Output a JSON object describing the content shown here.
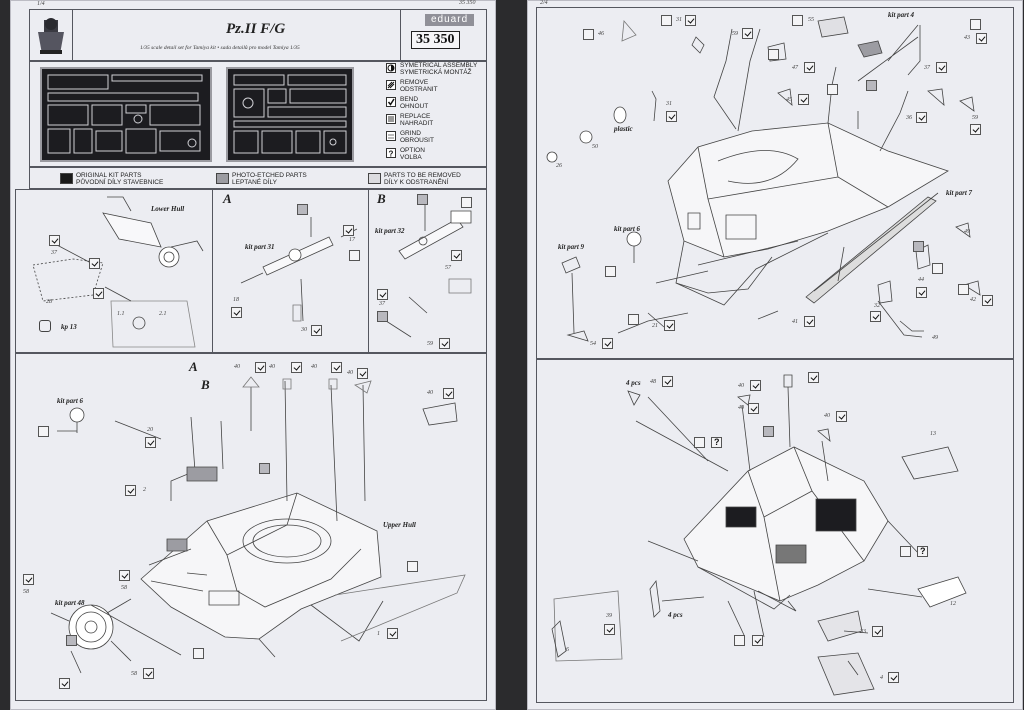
{
  "header": {
    "page_left": "1/4",
    "page_left_code": "35 350",
    "page_right": "2/4",
    "title": "Pz.II F/G",
    "subtitle": "1/35 scale detail set for Tamiya kit • sada detailů pro model Tamiya 1/35",
    "brand": "eduard",
    "code": "35 350"
  },
  "symbols": [
    {
      "icon": "symmetry-icon",
      "line1": "SYMETRICAL ASSEMBLY",
      "line2": "SYMETRICKÁ MONTÁŽ"
    },
    {
      "icon": "remove-icon",
      "line1": "REMOVE",
      "line2": "ODSTRANIT"
    },
    {
      "icon": "bend-icon",
      "line1": "BEND",
      "line2": "OHNOUT"
    },
    {
      "icon": "replace-icon",
      "line1": "REPLACE",
      "line2": "NAHRADIT"
    },
    {
      "icon": "grind-icon",
      "line1": "GRIND",
      "line2": "OBROUSIT"
    },
    {
      "icon": "option-icon",
      "line1": "OPTION",
      "line2": "VOLBA"
    }
  ],
  "color_legend": [
    {
      "color": "#1a1a1a",
      "line1": "ORIGINAL KIT PARTS",
      "line2": "PŮVODNÍ DÍLY STAVEBNICE"
    },
    {
      "color": "#9c9ca2",
      "line1": "PHOTO-ETCHED PARTS",
      "line2": "LEPTANÉ DÍLY"
    },
    {
      "color": "#dcdce0",
      "line1": "PARTS TO BE REMOVED",
      "line2": "DÍLY K ODSTRANĚNÍ"
    }
  ],
  "steps": {
    "lower_hull": {
      "title": "Lower Hull",
      "parts": [
        "37",
        "28",
        "1.1",
        "2.1"
      ],
      "kp_label": "kp 13"
    },
    "step_a": {
      "letter": "A",
      "kit_label": "kit part 31",
      "parts": [
        "17",
        "18",
        "30"
      ]
    },
    "step_b": {
      "letter": "B",
      "kit_label": "kit part 32",
      "parts": [
        "57",
        "37",
        "59"
      ]
    },
    "upper_hull": {
      "title": "Upper Hull",
      "letter_a": "A",
      "letter_b": "B",
      "kit_label_6": "kit part 6",
      "kit_label_48": "kit part 48",
      "parts": [
        "40",
        "40",
        "40",
        "40",
        "40",
        "20",
        "2",
        "58",
        "58",
        "58",
        "1"
      ]
    },
    "right_top": {
      "kit_label_4": "kit part 4",
      "kit_label_6": "kit part 6",
      "kit_label_7": "kit part 7",
      "kit_label_9": "kit part 9",
      "plastic": "plastic",
      "parts": [
        "46",
        "31",
        "59",
        "55",
        "43",
        "47",
        "45",
        "37",
        "36",
        "59",
        "31",
        "50",
        "26",
        "49",
        "44",
        "42",
        "41",
        "32",
        "21",
        "54",
        "49"
      ]
    },
    "right_bottom": {
      "pcs_a": "4 pcs",
      "pcs_b": "4 pcs",
      "parts": [
        "48",
        "40",
        "40",
        "40",
        "13",
        "39",
        "6",
        "33",
        "4",
        "12"
      ]
    }
  }
}
